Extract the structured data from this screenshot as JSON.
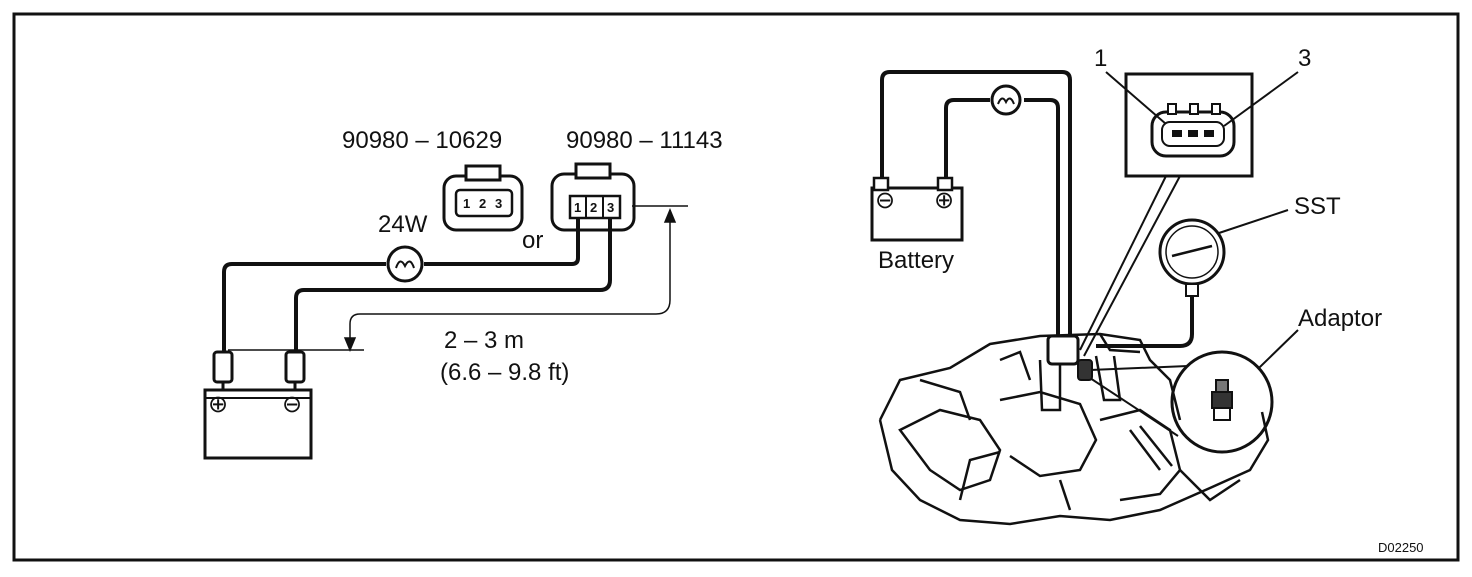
{
  "diagram": {
    "connector_a_part": "90980 – 10629",
    "connector_b_part": "90980 – 11143",
    "bulb_label": "24W",
    "or_label": "or",
    "distance_label": "2 – 3 m",
    "distance_label_ft": "(6.6 – 9.8 ft)",
    "battery_label": "Battery",
    "terminal_1": "1",
    "terminal_3": "3",
    "sst_label": "SST",
    "adaptor_label": "Adaptor",
    "figure_code": "D02250",
    "pins_a": [
      "1",
      "2",
      "3"
    ],
    "pins_b": [
      "1",
      "2",
      "3"
    ],
    "plus_symbol": "⊕",
    "minus_symbol": "⊖"
  }
}
